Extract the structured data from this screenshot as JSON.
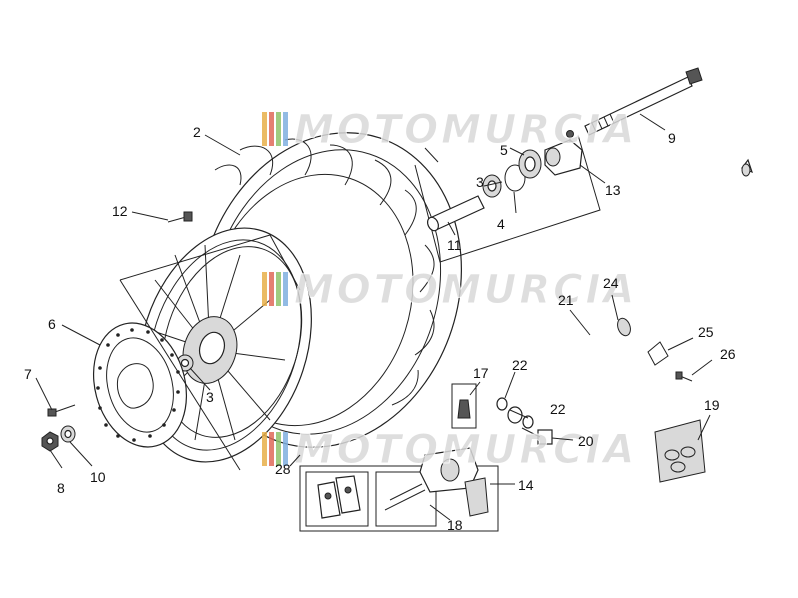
{
  "watermark": {
    "text": "MOTOMURCIA",
    "text_color": "#d9d9d9",
    "outline_color": "#ffffff",
    "stripe_colors": [
      "#e8b04a",
      "#e06a5a",
      "#8fc46a",
      "#7fb0e0"
    ]
  },
  "callouts": [
    {
      "id": "2",
      "label": "2"
    },
    {
      "id": "3a",
      "label": "3"
    },
    {
      "id": "3b",
      "label": "3"
    },
    {
      "id": "4",
      "label": "4"
    },
    {
      "id": "5",
      "label": "5"
    },
    {
      "id": "6",
      "label": "6"
    },
    {
      "id": "7",
      "label": "7"
    },
    {
      "id": "8",
      "label": "8"
    },
    {
      "id": "9",
      "label": "9"
    },
    {
      "id": "10",
      "label": "10"
    },
    {
      "id": "11",
      "label": "11"
    },
    {
      "id": "12",
      "label": "12"
    },
    {
      "id": "13",
      "label": "13"
    },
    {
      "id": "14",
      "label": "14"
    },
    {
      "id": "17",
      "label": "17"
    },
    {
      "id": "18",
      "label": "18"
    },
    {
      "id": "19",
      "label": "19"
    },
    {
      "id": "20",
      "label": "20"
    },
    {
      "id": "21",
      "label": "21"
    },
    {
      "id": "22a",
      "label": "22"
    },
    {
      "id": "22b",
      "label": "22"
    },
    {
      "id": "24",
      "label": "24"
    },
    {
      "id": "25",
      "label": "25"
    },
    {
      "id": "26",
      "label": "26"
    },
    {
      "id": "28",
      "label": "28"
    }
  ]
}
